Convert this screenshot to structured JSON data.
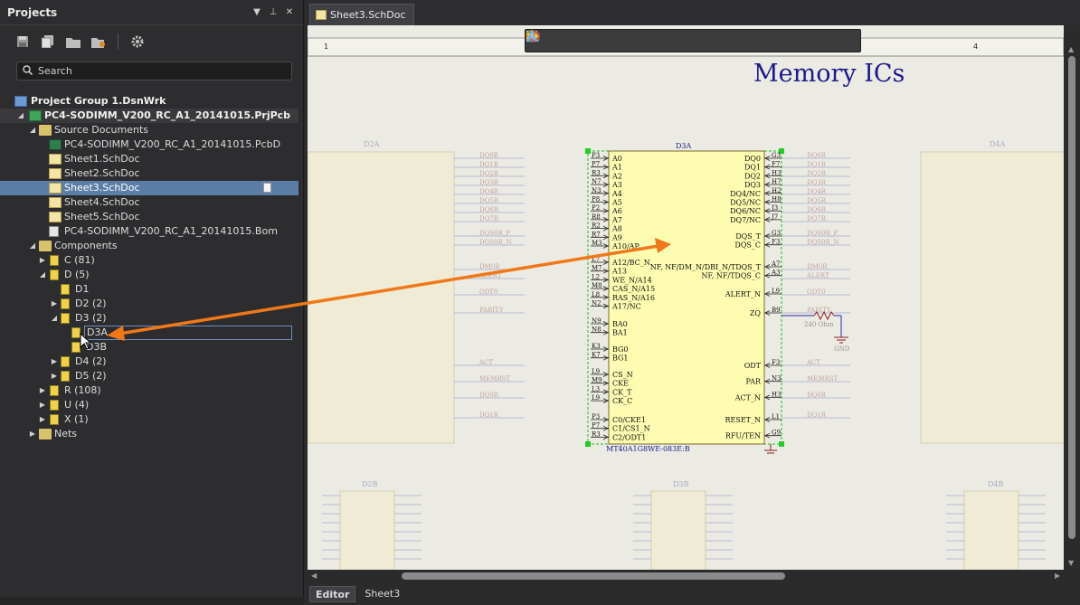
{
  "panel": {
    "title": "Projects",
    "search_placeholder": "Search"
  },
  "tree": {
    "project_group": "Project Group 1.DsnWrk",
    "project": "PC4-SODIMM_V200_RC_A1_20141015.PrjPcb",
    "source_documents": "Source Documents",
    "documents": [
      "PC4-SODIMM_V200_RC_A1_20141015.PcbD",
      "Sheet1.SchDoc",
      "Sheet2.SchDoc",
      "Sheet3.SchDoc",
      "Sheet4.SchDoc",
      "Sheet5.SchDoc",
      "PC4-SODIMM_V200_RC_A1_20141015.Bom"
    ],
    "components": "Components",
    "comp_c": "C (81)",
    "comp_d": "D (5)",
    "comp_d1": "D1",
    "comp_d2": "D2 (2)",
    "comp_d3": "D3 (2)",
    "comp_d3a": "D3A",
    "comp_d3b": "D3B",
    "comp_d4": "D4 (2)",
    "comp_d5": "D5 (2)",
    "comp_r": "R (108)",
    "comp_u": "U (4)",
    "comp_x": "X (1)",
    "nets": "Nets"
  },
  "doc_tab": "Sheet3.SchDoc",
  "bottom_tabs": {
    "editor": "Editor",
    "sheet": "Sheet3"
  },
  "schematic": {
    "title": "Memory ICs",
    "ruler": {
      "left": "1",
      "right": "4"
    },
    "designator": "D3A",
    "part_name": "MT40A1G8WE-083E:B",
    "left_pins": [
      "A0",
      "A1",
      "A2",
      "A3",
      "A4",
      "A5",
      "A6",
      "A7",
      "A8",
      "A9",
      "A10/AP",
      "A12/BC_N",
      "A13",
      "WE_N/A14",
      "CAS_N/A15",
      "RAS_N/A16",
      "A17/NC",
      "BA0",
      "BA1",
      "BG0",
      "BG1",
      "CS_N",
      "CKE",
      "CK_T",
      "CK_C",
      "C0/CKE1",
      "C1/CS1_N",
      "C2/ODT1"
    ],
    "right_pins": [
      "DQ0",
      "DQ1",
      "DQ2",
      "DQ3",
      "DQ4/NC",
      "DQ5/NC",
      "DQ6/NC",
      "DQ7/NC",
      "DQS_T",
      "DQS_C",
      "NF, NF/DM_N/DBI_N/TDQS_T",
      "NF, NF/TDQS_C",
      "ALERT_N",
      "ZQ",
      "ODT",
      "PAR",
      "ACT_N",
      "RESET_N",
      "RFU/TEN"
    ],
    "left_pin_numbers": [
      "P3",
      "P7",
      "R3",
      "N7",
      "N3",
      "P8",
      "P2",
      "R8",
      "R2",
      "R7",
      "M3",
      "L7",
      "M7",
      "L2",
      "M8",
      "L8",
      "N2",
      "N9",
      "N8",
      "K3",
      "K7",
      "L9",
      "M9",
      "L3",
      "L9"
    ],
    "right_pin_numbers": [
      "G3",
      "F7",
      "H3",
      "H7",
      "H2",
      "H8",
      "J3",
      "J7",
      "G3",
      "F3",
      "A7",
      "A3",
      "L9",
      "B9",
      "F3",
      "N3",
      "H3",
      "L1",
      "G9"
    ],
    "resistor_label": "240 Ohm",
    "net_labels": [
      "DQ0R",
      "DQ1R",
      "DQ2R",
      "DQ3R",
      "DQ4R",
      "DQ5R",
      "DQ6R",
      "DQ7R",
      "DQS0R_P",
      "DQS0R_N",
      "DM0R",
      "ALERT",
      "ODT0",
      "PARITY",
      "ACT",
      "MEMRST"
    ],
    "gnd_label": "GND",
    "ghost_left_part": "D2A",
    "ghost_right_part": "D4A",
    "ghost_bottom_parts": [
      "D2B",
      "D3B",
      "D4B"
    ]
  }
}
